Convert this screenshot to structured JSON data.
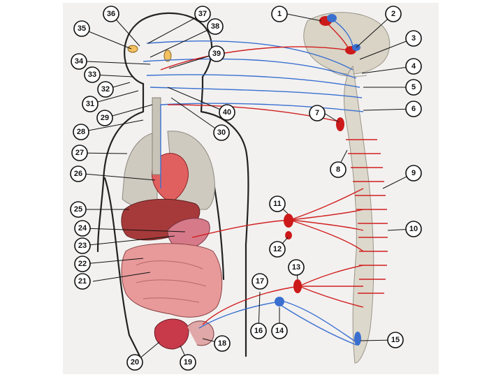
{
  "callouts": [
    {
      "n": "1"
    },
    {
      "n": "2"
    },
    {
      "n": "3"
    },
    {
      "n": "4"
    },
    {
      "n": "5"
    },
    {
      "n": "6"
    },
    {
      "n": "7"
    },
    {
      "n": "8"
    },
    {
      "n": "9"
    },
    {
      "n": "10"
    },
    {
      "n": "11"
    },
    {
      "n": "12"
    },
    {
      "n": "13"
    },
    {
      "n": "14"
    },
    {
      "n": "15"
    },
    {
      "n": "16"
    },
    {
      "n": "17"
    },
    {
      "n": "18"
    },
    {
      "n": "19"
    },
    {
      "n": "20"
    },
    {
      "n": "21"
    },
    {
      "n": "22"
    },
    {
      "n": "23"
    },
    {
      "n": "24"
    },
    {
      "n": "25"
    },
    {
      "n": "26"
    },
    {
      "n": "27"
    },
    {
      "n": "28"
    },
    {
      "n": "29"
    },
    {
      "n": "30"
    },
    {
      "n": "31"
    },
    {
      "n": "32"
    },
    {
      "n": "33"
    },
    {
      "n": "34"
    },
    {
      "n": "35"
    },
    {
      "n": "36"
    },
    {
      "n": "37"
    },
    {
      "n": "38"
    },
    {
      "n": "39"
    },
    {
      "n": "40"
    }
  ],
  "colors": {
    "sympathetic": "#d11f1f",
    "parasympathetic": "#3a6fd0",
    "brain": "#d9d4c6",
    "lung": "#cfcac0",
    "heart": "#e06060",
    "liver": "#a63a3a",
    "intestine": "#e89a9a",
    "ganglion": "#cc1a1a"
  },
  "icons": [
    "brain",
    "spinal-cord",
    "heart",
    "lungs",
    "liver",
    "stomach",
    "intestines",
    "bladder",
    "eye",
    "ear"
  ]
}
